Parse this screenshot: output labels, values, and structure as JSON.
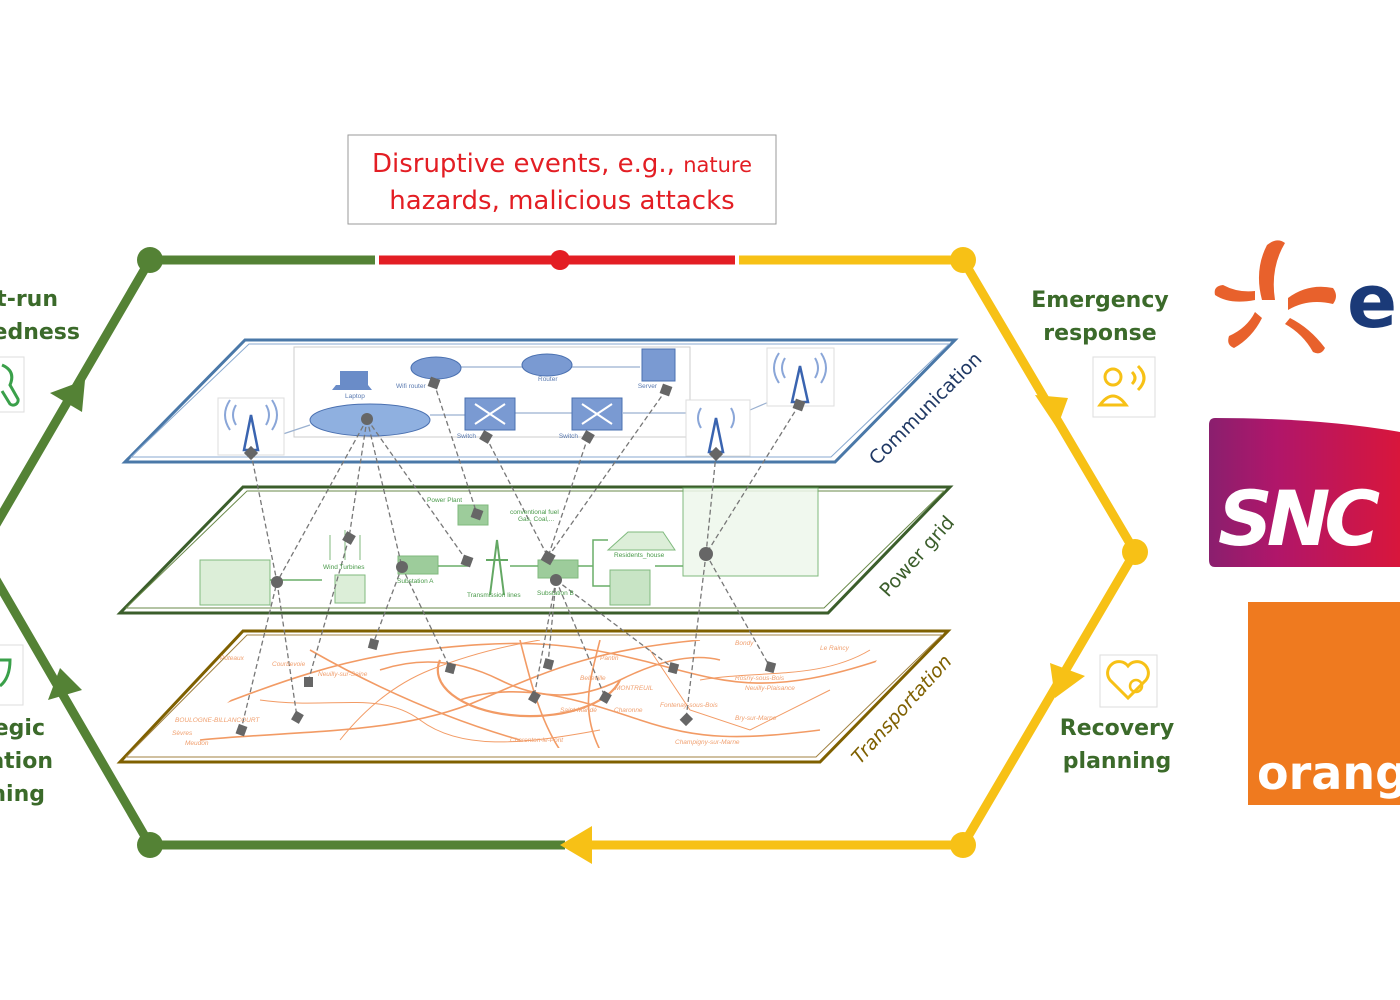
{
  "event_box": {
    "line1_main": "Disruptive events, e.g., ",
    "line1_small": "nature",
    "line2": "hazards, malicious attacks"
  },
  "phases": {
    "emergency": {
      "line1": "Emergency",
      "line2": "response"
    },
    "recovery": {
      "line1": "Recovery",
      "line2": "planning"
    },
    "short_run": {
      "line1": "rt-run",
      "line2": "redness"
    },
    "strategic": {
      "line1": "tegic",
      "line2": "ation",
      "line3": "ning"
    }
  },
  "layers": {
    "communication": {
      "label": "Communication",
      "devices": {
        "laptop": "Laptop",
        "wifi_router": "Wifi router",
        "router": "Router",
        "server": "Server",
        "switch1": "Switch",
        "switch2": "Switch"
      }
    },
    "power_grid": {
      "label": "Power grid",
      "devices": {
        "power_plant": "Power Plant",
        "fuel1": "conventional fuel",
        "fuel2": "Gas, Coal,...",
        "wind": "Wind Turbines",
        "sub_a": "Substation A",
        "transmission": "Transmission lines",
        "sub_b": "Substation B",
        "house": "Residents_house"
      }
    },
    "transportation": {
      "label": "Transportation",
      "map_places": [
        "Courbevoie",
        "Neuilly-sur-Seine",
        "Puteaux",
        "MONTREUIL",
        "Bondy",
        "Le Raincy",
        "Charonne",
        "Saint-Mandé",
        "Champigny-sur-Marne",
        "Meudon",
        "Sèvres",
        "Fontenay-sous-Bois",
        "Neuilly-Plaisance",
        "Rosny-sous-Bois",
        "Bry-sur-Marne",
        "Charenton-le-Pont",
        "BOULOGNE-BILLANCOURT",
        "Belleville",
        "Pantin"
      ]
    }
  },
  "logos": {
    "edf": "e",
    "sncf": "SNC",
    "orange": "orang"
  },
  "colors": {
    "green": "#548235",
    "red": "#e31e24",
    "yellow": "#f7c116",
    "comm_blue": "#4a78a8",
    "grid_green": "#3b5e2b",
    "transport_brown": "#7f6000",
    "orange_brand": "#ef7a1f",
    "edf_blue": "#1b3a78"
  }
}
